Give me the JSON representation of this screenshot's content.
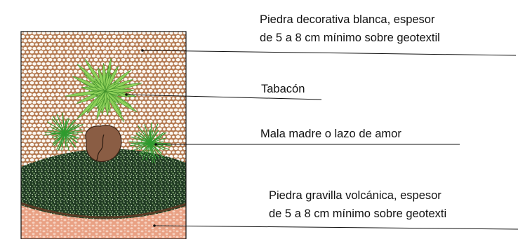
{
  "labels": {
    "stone_line1": "Piedra decorativa blanca, espesor",
    "stone_line2": "de 5 a 8 cm mínimo sobre geotextil",
    "tabacon": "Tabacón",
    "mala_madre": "Mala madre o lazo de amor",
    "volcanic_line1": "Piedra gravilla volcánica, espesor",
    "volcanic_line2": "de 5 a 8 cm mínimo sobre geotexti"
  },
  "colors": {
    "stone_fill": "#b47a52",
    "stone_pebble": "#fbf8f2",
    "stone_edge": "#8a5a3c",
    "volcanic_dark": "#1f3a22",
    "volcanic_speck": "#7fa56f",
    "volcanic_light": "#cfe2c4",
    "terracotta": "#e9a184",
    "terracotta_light": "#f6d3c2",
    "tabacon_green": "#8fd15a",
    "tabacon_dark": "#3f8f2a",
    "mala_madre_green": "#2f9b2f",
    "rock": "#8a5d44",
    "line": "#111111"
  }
}
